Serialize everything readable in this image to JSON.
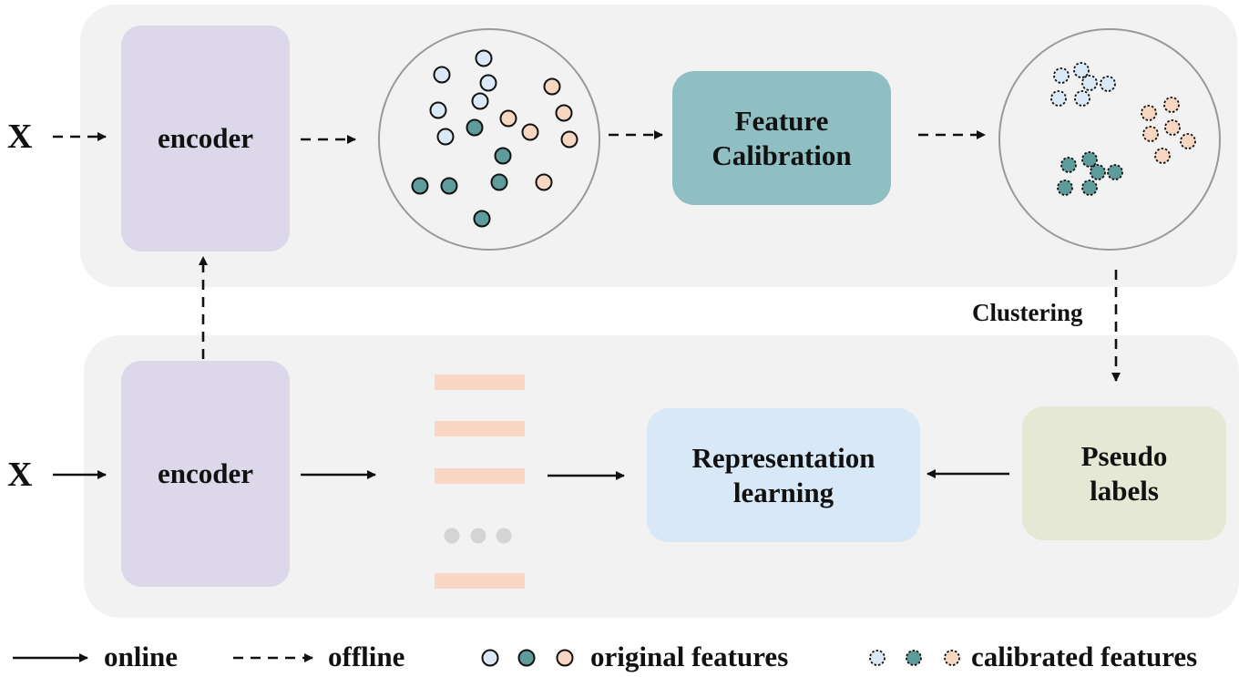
{
  "inputs": {
    "top_x": "X",
    "bottom_x": "X"
  },
  "top_row": {
    "encoder_label": "encoder",
    "calibration_label_line1": "Feature",
    "calibration_label_line2": "Calibration"
  },
  "bottom_row": {
    "encoder_label": "encoder",
    "representation_line1": "Representation",
    "representation_line2": "learning",
    "pseudo_line1": "Pseudo",
    "pseudo_line2": "labels"
  },
  "clustering_label": "Clustering",
  "legend": {
    "online": "online",
    "offline": "offline",
    "original": "original features",
    "calibrated": "calibrated features"
  },
  "colors": {
    "blue_feature": "#dbe9f7",
    "teal_feature": "#5e9c9c",
    "peach_feature": "#f7d7c2",
    "feature_bar": "#f9d7c4",
    "ellipsis_dots": "#d4d4d4"
  }
}
